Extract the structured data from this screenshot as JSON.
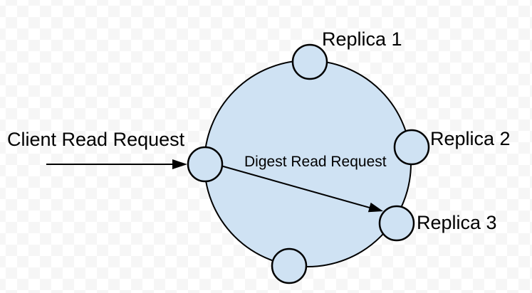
{
  "diagram": {
    "type": "replication-ring-read-path",
    "labels": {
      "client_request": "Client Read Request",
      "digest_request": "Digest Read Request",
      "replica1": "Replica 1",
      "replica2": "Replica 2",
      "replica3": "Replica 3"
    },
    "nodes": [
      {
        "id": "replica1-node",
        "label": "Replica 1",
        "position": "top"
      },
      {
        "id": "replica2-node",
        "label": "Replica 2",
        "position": "right"
      },
      {
        "id": "replica3-node",
        "label": "Replica 3",
        "position": "bottom-right"
      },
      {
        "id": "bottom-node",
        "label": "",
        "position": "bottom"
      },
      {
        "id": "coordinator-node",
        "label": "",
        "position": "left"
      }
    ],
    "arrows": [
      {
        "id": "client-read-arrow",
        "label": "Client Read Request",
        "from": "client",
        "to": "coordinator-node"
      },
      {
        "id": "digest-read-arrow",
        "label": "Digest Read Request",
        "from": "coordinator-node",
        "to": "replica3-node"
      }
    ]
  },
  "colors": {
    "node_fill": "#cfe2f3",
    "shape_stroke": "#000000",
    "arrow_color": "#000000",
    "text_color": "#000000",
    "checker_light": "#ffffff",
    "checker_dark": "#f6f6f6"
  }
}
